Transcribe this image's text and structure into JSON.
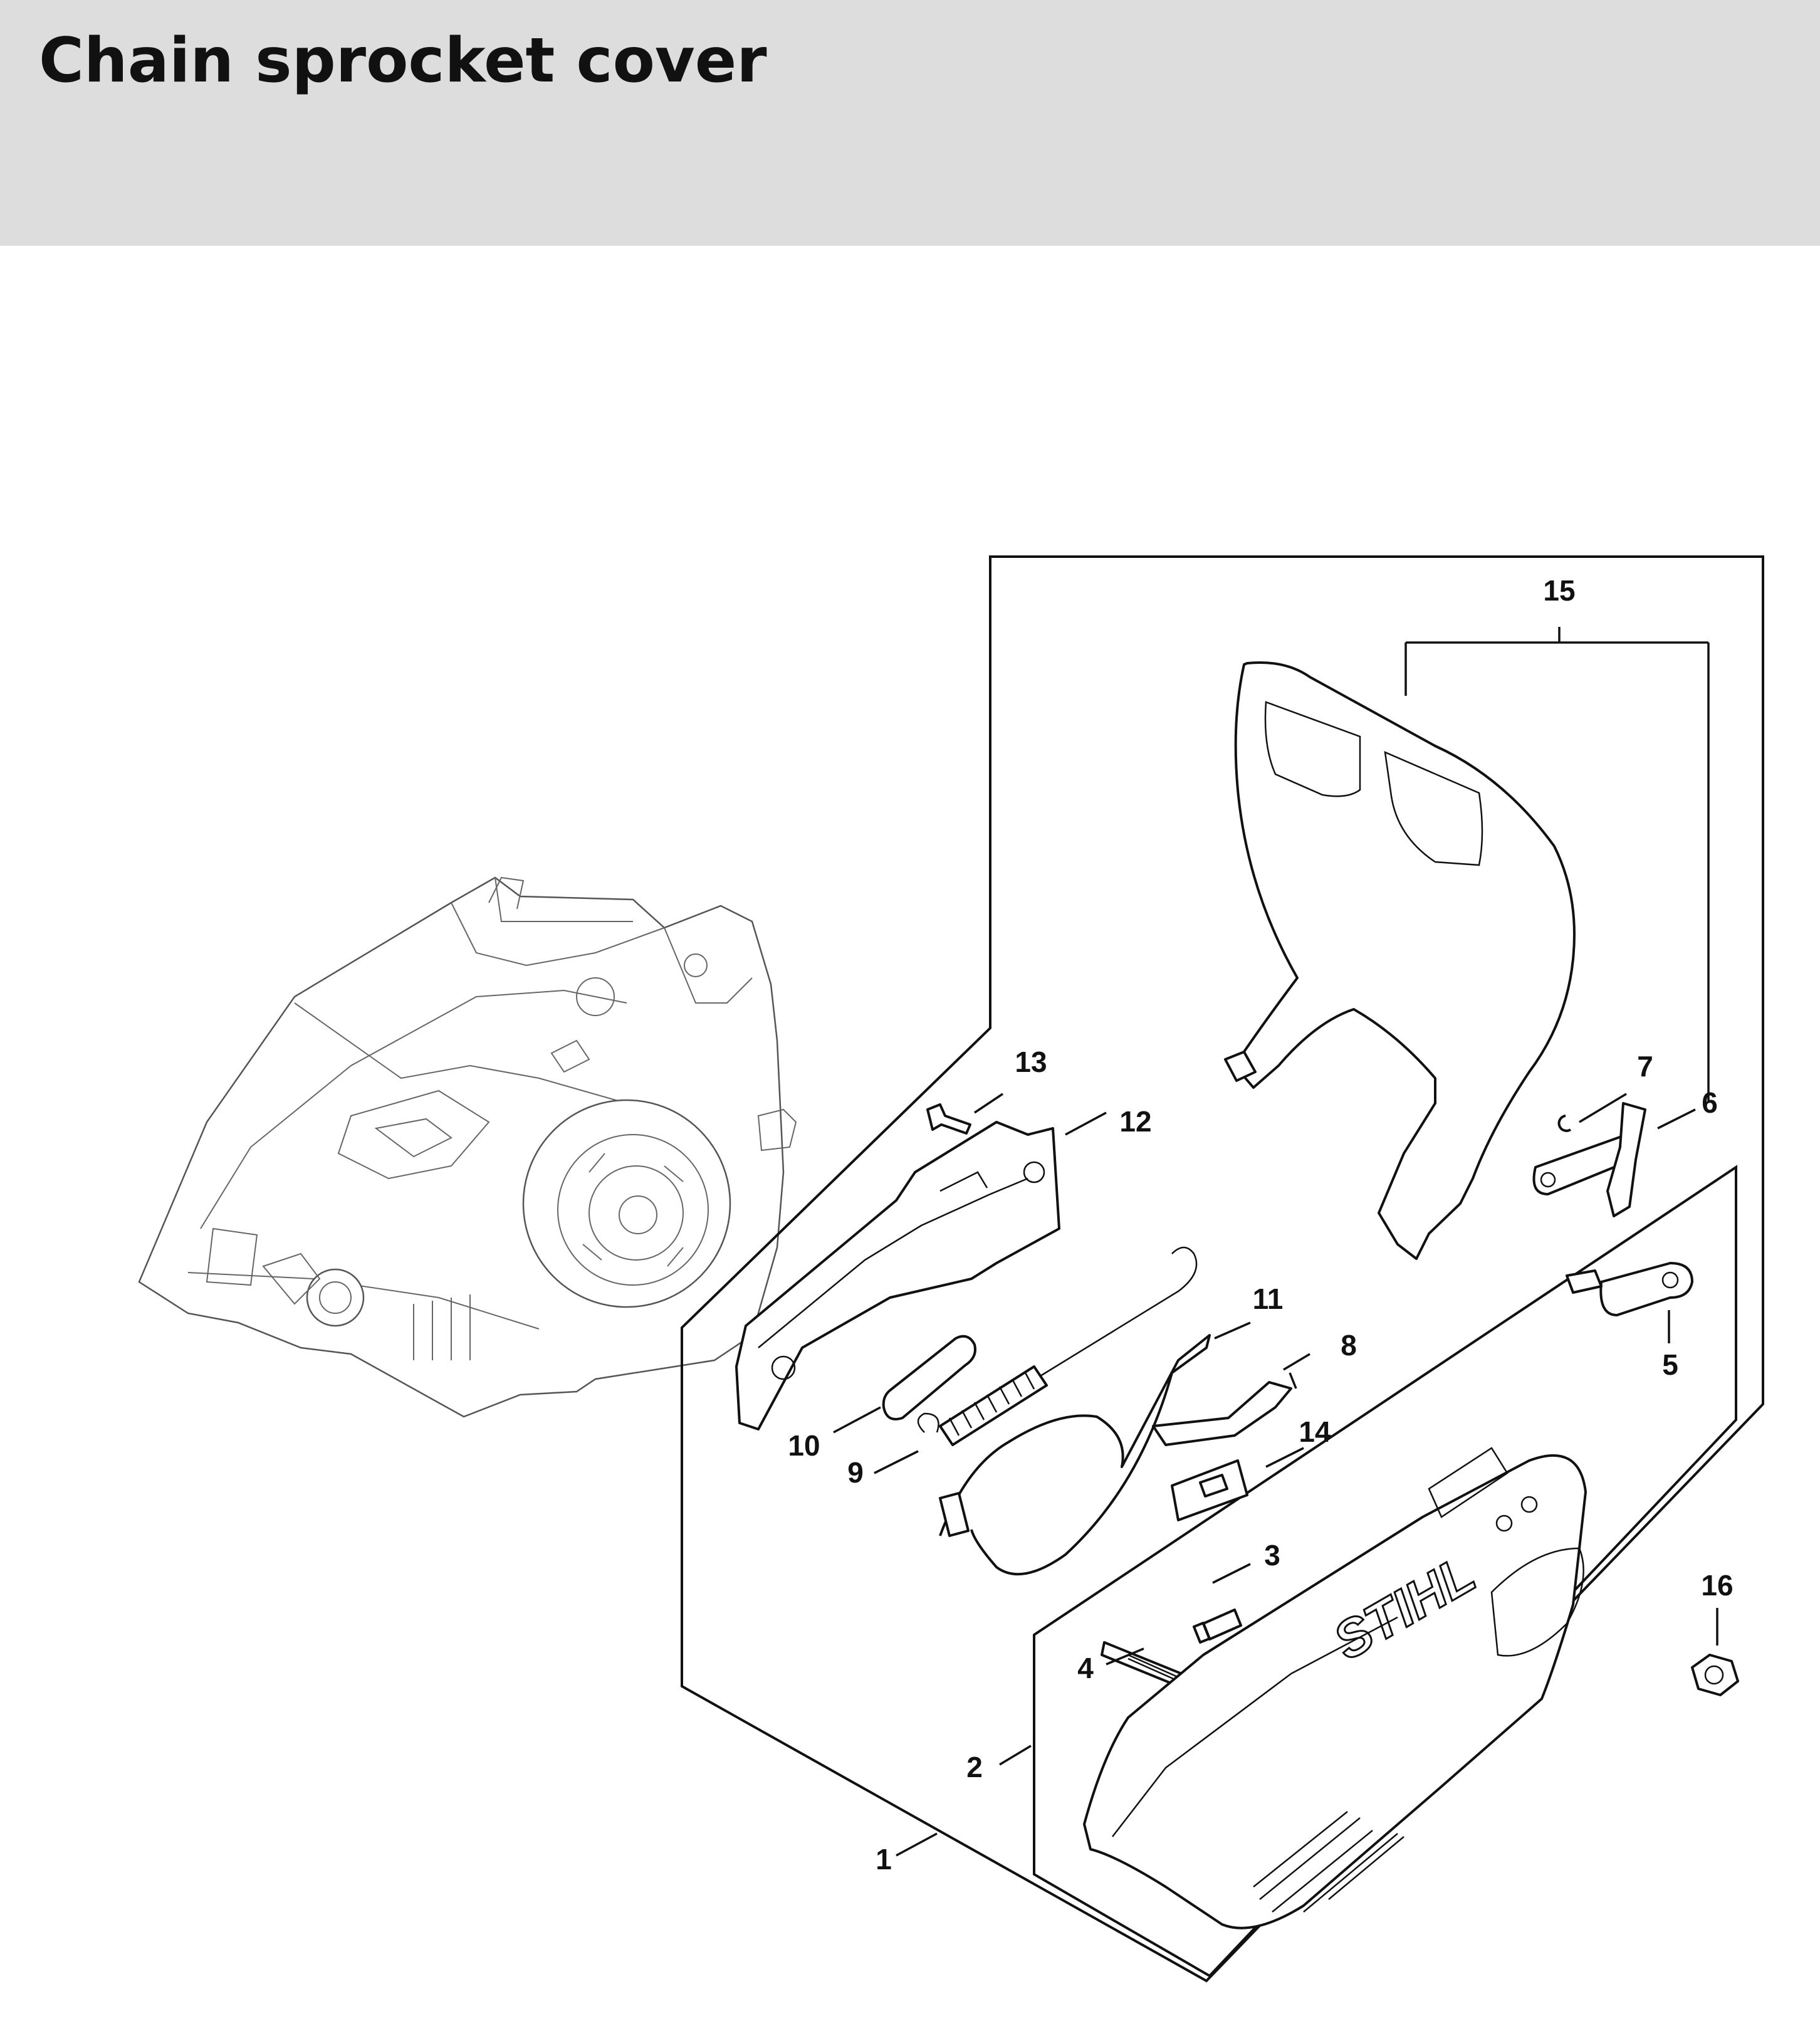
{
  "header": {
    "title": "Chain sprocket cover"
  },
  "colors": {
    "header_bg": "#dcdddc",
    "ink": "#111111",
    "engine_line": "#555555"
  },
  "diagram": {
    "brand_mark": "STIHL",
    "callouts": [
      {
        "id": 1,
        "label": "1"
      },
      {
        "id": 2,
        "label": "2"
      },
      {
        "id": 3,
        "label": "3"
      },
      {
        "id": 4,
        "label": "4"
      },
      {
        "id": 5,
        "label": "5"
      },
      {
        "id": 6,
        "label": "6"
      },
      {
        "id": 7,
        "label": "7"
      },
      {
        "id": 8,
        "label": "8"
      },
      {
        "id": 9,
        "label": "9"
      },
      {
        "id": 10,
        "label": "10"
      },
      {
        "id": 11,
        "label": "11"
      },
      {
        "id": 12,
        "label": "12"
      },
      {
        "id": 13,
        "label": "13"
      },
      {
        "id": 14,
        "label": "14"
      },
      {
        "id": 15,
        "label": "15"
      },
      {
        "id": 16,
        "label": "16"
      }
    ]
  }
}
